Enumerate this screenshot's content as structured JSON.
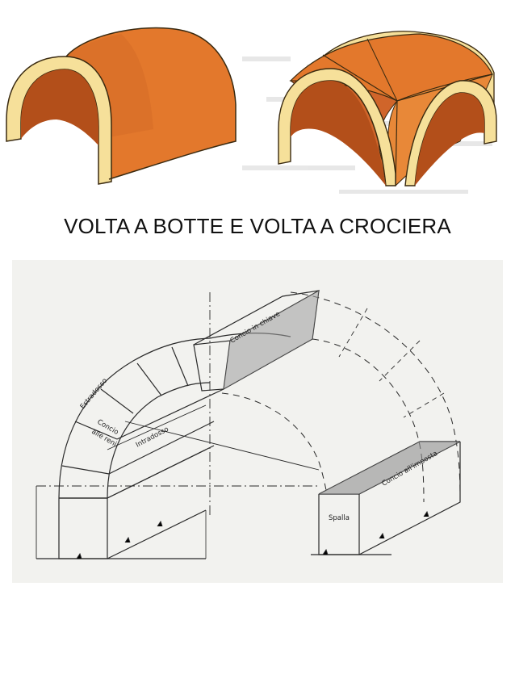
{
  "caption": "VOLTA  A BOTTE  E VOLTA  A CROCIERA",
  "labels": {
    "concio_in_chiave": "Concio in chiave",
    "estradosso": "Estradosso",
    "concio": "Concio",
    "alle_reni": "alle reni",
    "intradosso": "Intradosso",
    "concio_all_imposta": "Concio all'imposta",
    "spalla": "Spalla"
  },
  "colors": {
    "vault_orange": "#e3782c",
    "vault_dark": "#b34f1a",
    "rim_cream": "#f6e09a",
    "shading_gray": "#9c9c9c",
    "paper": "#f2f2ef"
  }
}
